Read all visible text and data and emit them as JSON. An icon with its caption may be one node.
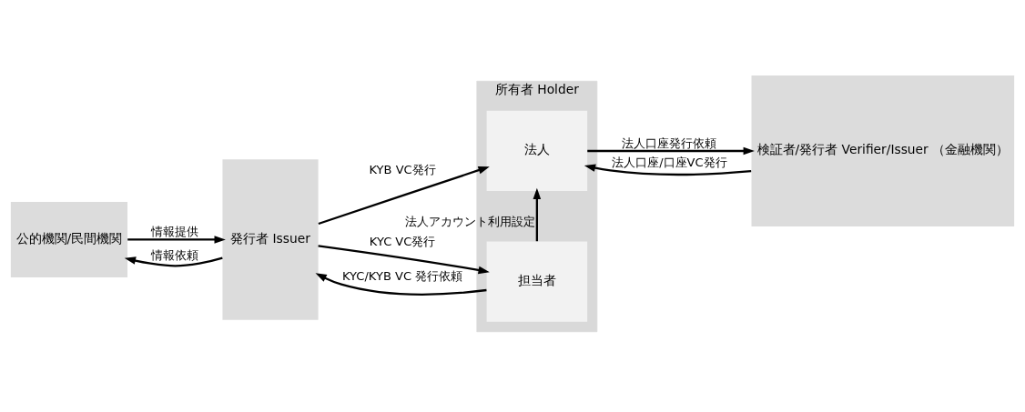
{
  "diagram": {
    "nodes": [
      {
        "text": [
          "公的機関/民間機関"
        ]
      },
      {
        "text": [
          "発行者 Issuer"
        ]
      },
      {
        "text": [
          "所有者 Holder"
        ]
      },
      {
        "text": [
          "法人"
        ],
        "in": 2
      },
      {
        "text": [
          "担当者"
        ],
        "in": 2
      },
      {
        "text": [
          "検証者/発行者 Verifier/Issuer （金融機関）"
        ]
      }
    ],
    "edges": [
      {
        "from": 1,
        "to": 0,
        "arrow": "to",
        "label": "情報依頼"
      },
      {
        "from": 0,
        "to": 1,
        "arrow": "to",
        "label": "情報提供"
      },
      {
        "from": 1,
        "to": 3,
        "arrow": "to",
        "label": "KYB VC発行"
      },
      {
        "from": 4,
        "to": 1,
        "arrow": "to",
        "label": "KYC/KYB VC 発行依頼"
      },
      {
        "from": 1,
        "to": 4,
        "arrow": "to",
        "label": "KYC VC発行"
      },
      {
        "from": 4,
        "to": 3,
        "arrow": "to",
        "label": "法人アカウント利用設定"
      },
      {
        "from": 3,
        "to": 5,
        "arrow": "to",
        "label": "法人口座発行依頼"
      },
      {
        "from": 5,
        "to": 3,
        "arrow": "to",
        "label": "法人口座/口座VC発行"
      }
    ]
  }
}
